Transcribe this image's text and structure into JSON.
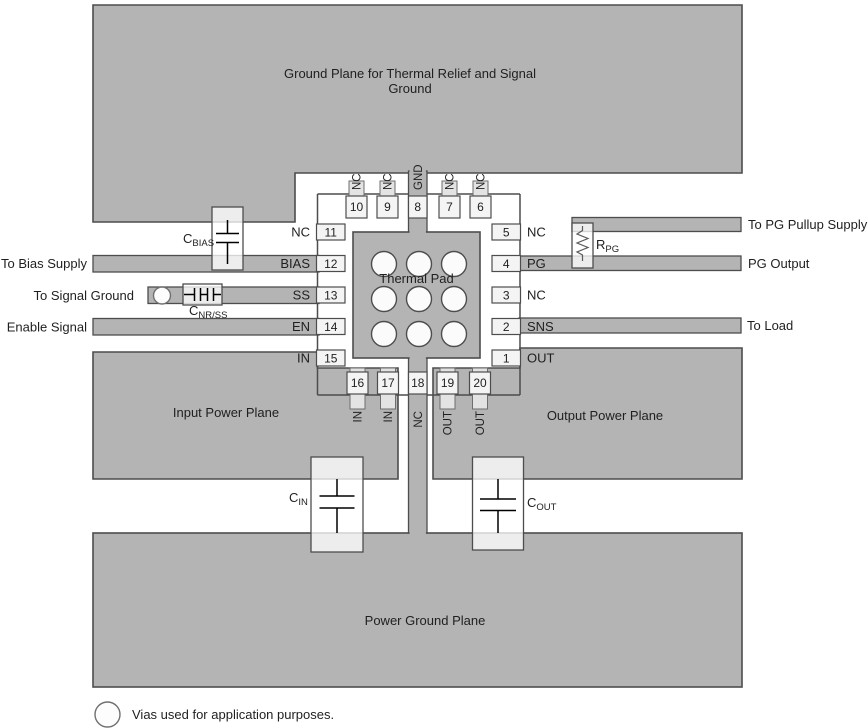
{
  "planes": {
    "top_line1": "Ground Plane for Thermal Relief and Signal",
    "top_line2": "Ground",
    "input": "Input Power Plane",
    "output": "Output Power Plane",
    "power_ground": "Power Ground Plane"
  },
  "package": {
    "thermal_pad": "Thermal Pad",
    "pins_left": [
      {
        "num": "11",
        "name": "NC"
      },
      {
        "num": "12",
        "name": "BIAS"
      },
      {
        "num": "13",
        "name": "SS"
      },
      {
        "num": "14",
        "name": "EN"
      },
      {
        "num": "15",
        "name": "IN"
      }
    ],
    "pins_right": [
      {
        "num": "5",
        "name": "NC"
      },
      {
        "num": "4",
        "name": "PG"
      },
      {
        "num": "3",
        "name": "NC"
      },
      {
        "num": "2",
        "name": "SNS"
      },
      {
        "num": "1",
        "name": "OUT"
      }
    ],
    "pins_top": [
      {
        "num": "10",
        "name": "NC"
      },
      {
        "num": "9",
        "name": "NC"
      },
      {
        "num": "8",
        "name": "GND"
      },
      {
        "num": "7",
        "name": "NC"
      },
      {
        "num": "6",
        "name": "NC"
      }
    ],
    "pins_bottom": [
      {
        "num": "16",
        "name": "IN"
      },
      {
        "num": "17",
        "name": "IN"
      },
      {
        "num": "18",
        "name": "NC"
      },
      {
        "num": "19",
        "name": "OUT"
      },
      {
        "num": "20",
        "name": "OUT"
      }
    ]
  },
  "components": {
    "c_bias": {
      "sym": "C",
      "sub": "BIAS"
    },
    "c_nrss": {
      "sym": "C",
      "sub": "NR/SS"
    },
    "r_pg": {
      "sym": "R",
      "sub": "PG"
    },
    "c_in": {
      "sym": "C",
      "sub": "IN"
    },
    "c_out": {
      "sym": "C",
      "sub": "OUT"
    }
  },
  "connections": {
    "to_bias_supply": "To Bias Supply",
    "to_signal_ground": "To Signal Ground",
    "enable_signal": "Enable Signal",
    "to_pg_pullup": "To PG Pullup Supply",
    "pg_output": "PG Output",
    "to_load": "To Load"
  },
  "legend": {
    "vias": "Vias used for application purposes."
  },
  "colors": {
    "plane_fill": "#b4b4b4",
    "outline": "#4d4d4d",
    "pad_fill": "#e3e3e3",
    "pin_box_fill": "#f4f4f4",
    "background": "#ffffff"
  }
}
